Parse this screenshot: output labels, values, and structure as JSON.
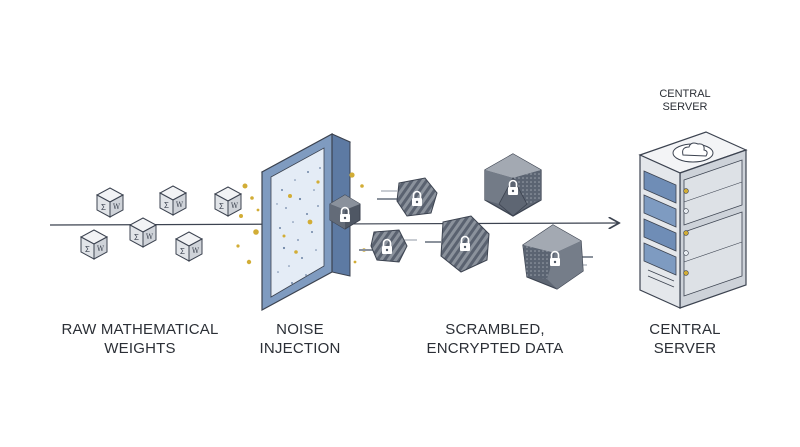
{
  "stages": {
    "weights": {
      "line1": "RAW MATHEMATICAL",
      "line2": "WEIGHTS"
    },
    "noise": {
      "line1": "NOISE",
      "line2": "INJECTION"
    },
    "data": {
      "line1": "SCRAMBLED,",
      "line2": "ENCRYPTED DATA"
    },
    "server": {
      "line1": "CENTRAL",
      "line2": "SERVER"
    }
  },
  "server_caption": {
    "line1": "CENTRAL",
    "line2": "SERVER"
  },
  "cube_symbols": {
    "sigma": "Σ",
    "w": "W"
  },
  "icons": {
    "weight_cube": "sigma-w-cube-icon",
    "lock": "padlock-icon",
    "cloud": "cloud-icon",
    "server": "server-tower-icon",
    "filter": "noise-filter-panel"
  },
  "colors": {
    "line": "#3c4350",
    "cube_face": "#e4e6ea",
    "panel_frame": "#7f9bc0",
    "panel_glass": "#dfe9f5",
    "noise_gold": "#d2ad36",
    "gem_dark": "#4f5764",
    "server_body": "#e9ebee",
    "server_unit": "#6f8db6"
  }
}
